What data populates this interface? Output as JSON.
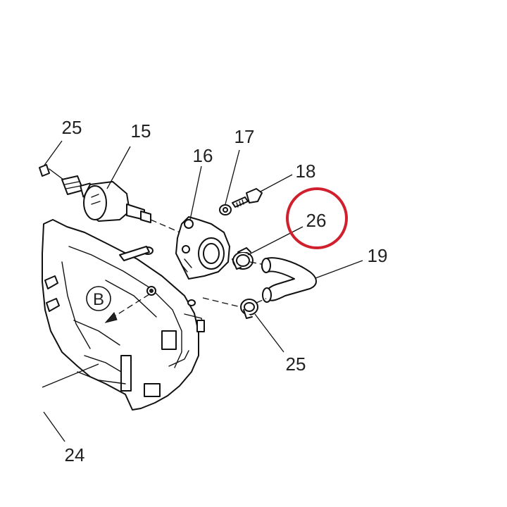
{
  "callouts": {
    "c15": "15",
    "c16": "16",
    "c17": "17",
    "c18": "18",
    "c19": "19",
    "c24": "24",
    "c25_top": "25",
    "c25_bottom": "25",
    "c26": "26"
  },
  "view_marker": "B",
  "highlight": {
    "target": "26",
    "color": "#d0202e"
  }
}
